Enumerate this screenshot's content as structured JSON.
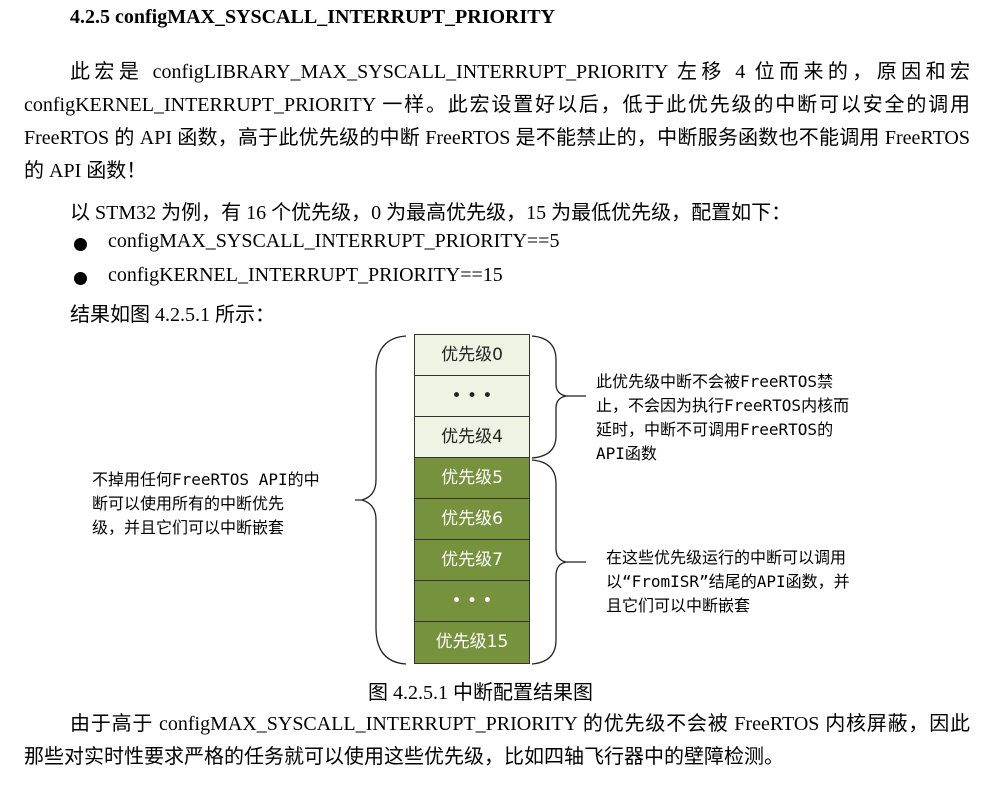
{
  "heading": "4.2.5 configMAX_SYSCALL_INTERRUPT_PRIORITY",
  "paragraph1": "此宏是 configLIBRARY_MAX_SYSCALL_INTERRUPT_PRIORITY 左移 4 位而来的，原因和宏 configKERNEL_INTERRUPT_PRIORITY 一样。此宏设置好以后，低于此优先级的中断可以安全的调用 FreeRTOS 的 API 函数，高于此优先级的中断 FreeRTOS 是不能禁止的，中断服务函数也不能调用 FreeRTOS 的 API 函数！",
  "paragraph2": "以 STM32 为例，有 16 个优先级，0 为最高优先级，15 为最低优先级，配置如下：",
  "bullets": [
    "configMAX_SYSCALL_INTERRUPT_PRIORITY==5",
    "configKERNEL_INTERRUPT_PRIORITY==15"
  ],
  "result_intro": "结果如图 4.2.5.1 所示：",
  "figure": {
    "levels": [
      "优先级0",
      "• • •",
      "优先级4",
      "优先级5",
      "优先级6",
      "优先级7",
      "• • •",
      "优先级15"
    ],
    "note_upper_right": [
      "此优先级中断不会被FreeRTOS禁",
      "止，不会因为执行FreeRTOS内核而",
      "延时，中断不可调用FreeRTOS的",
      "API函数"
    ],
    "note_left": [
      "不掉用任何FreeRTOS API的中",
      "断可以使用所有的中断优先",
      "级，并且它们可以中断嵌套"
    ],
    "note_lower_right": [
      "在这些优先级运行的中断可以调用",
      "以“FromISR”结尾的API函数，并",
      "且它们可以中断嵌套"
    ],
    "colors": {
      "light_fill": "#eef3e4",
      "dark_fill": "#76923c"
    }
  },
  "caption": "图 4.2.5.1  中断配置结果图",
  "paragraph3": "由于高于 configMAX_SYSCALL_INTERRUPT_PRIORITY 的优先级不会被 FreeRTOS 内核屏蔽，因此那些对实时性要求严格的任务就可以使用这些优先级，比如四轴飞行器中的壁障检测。"
}
